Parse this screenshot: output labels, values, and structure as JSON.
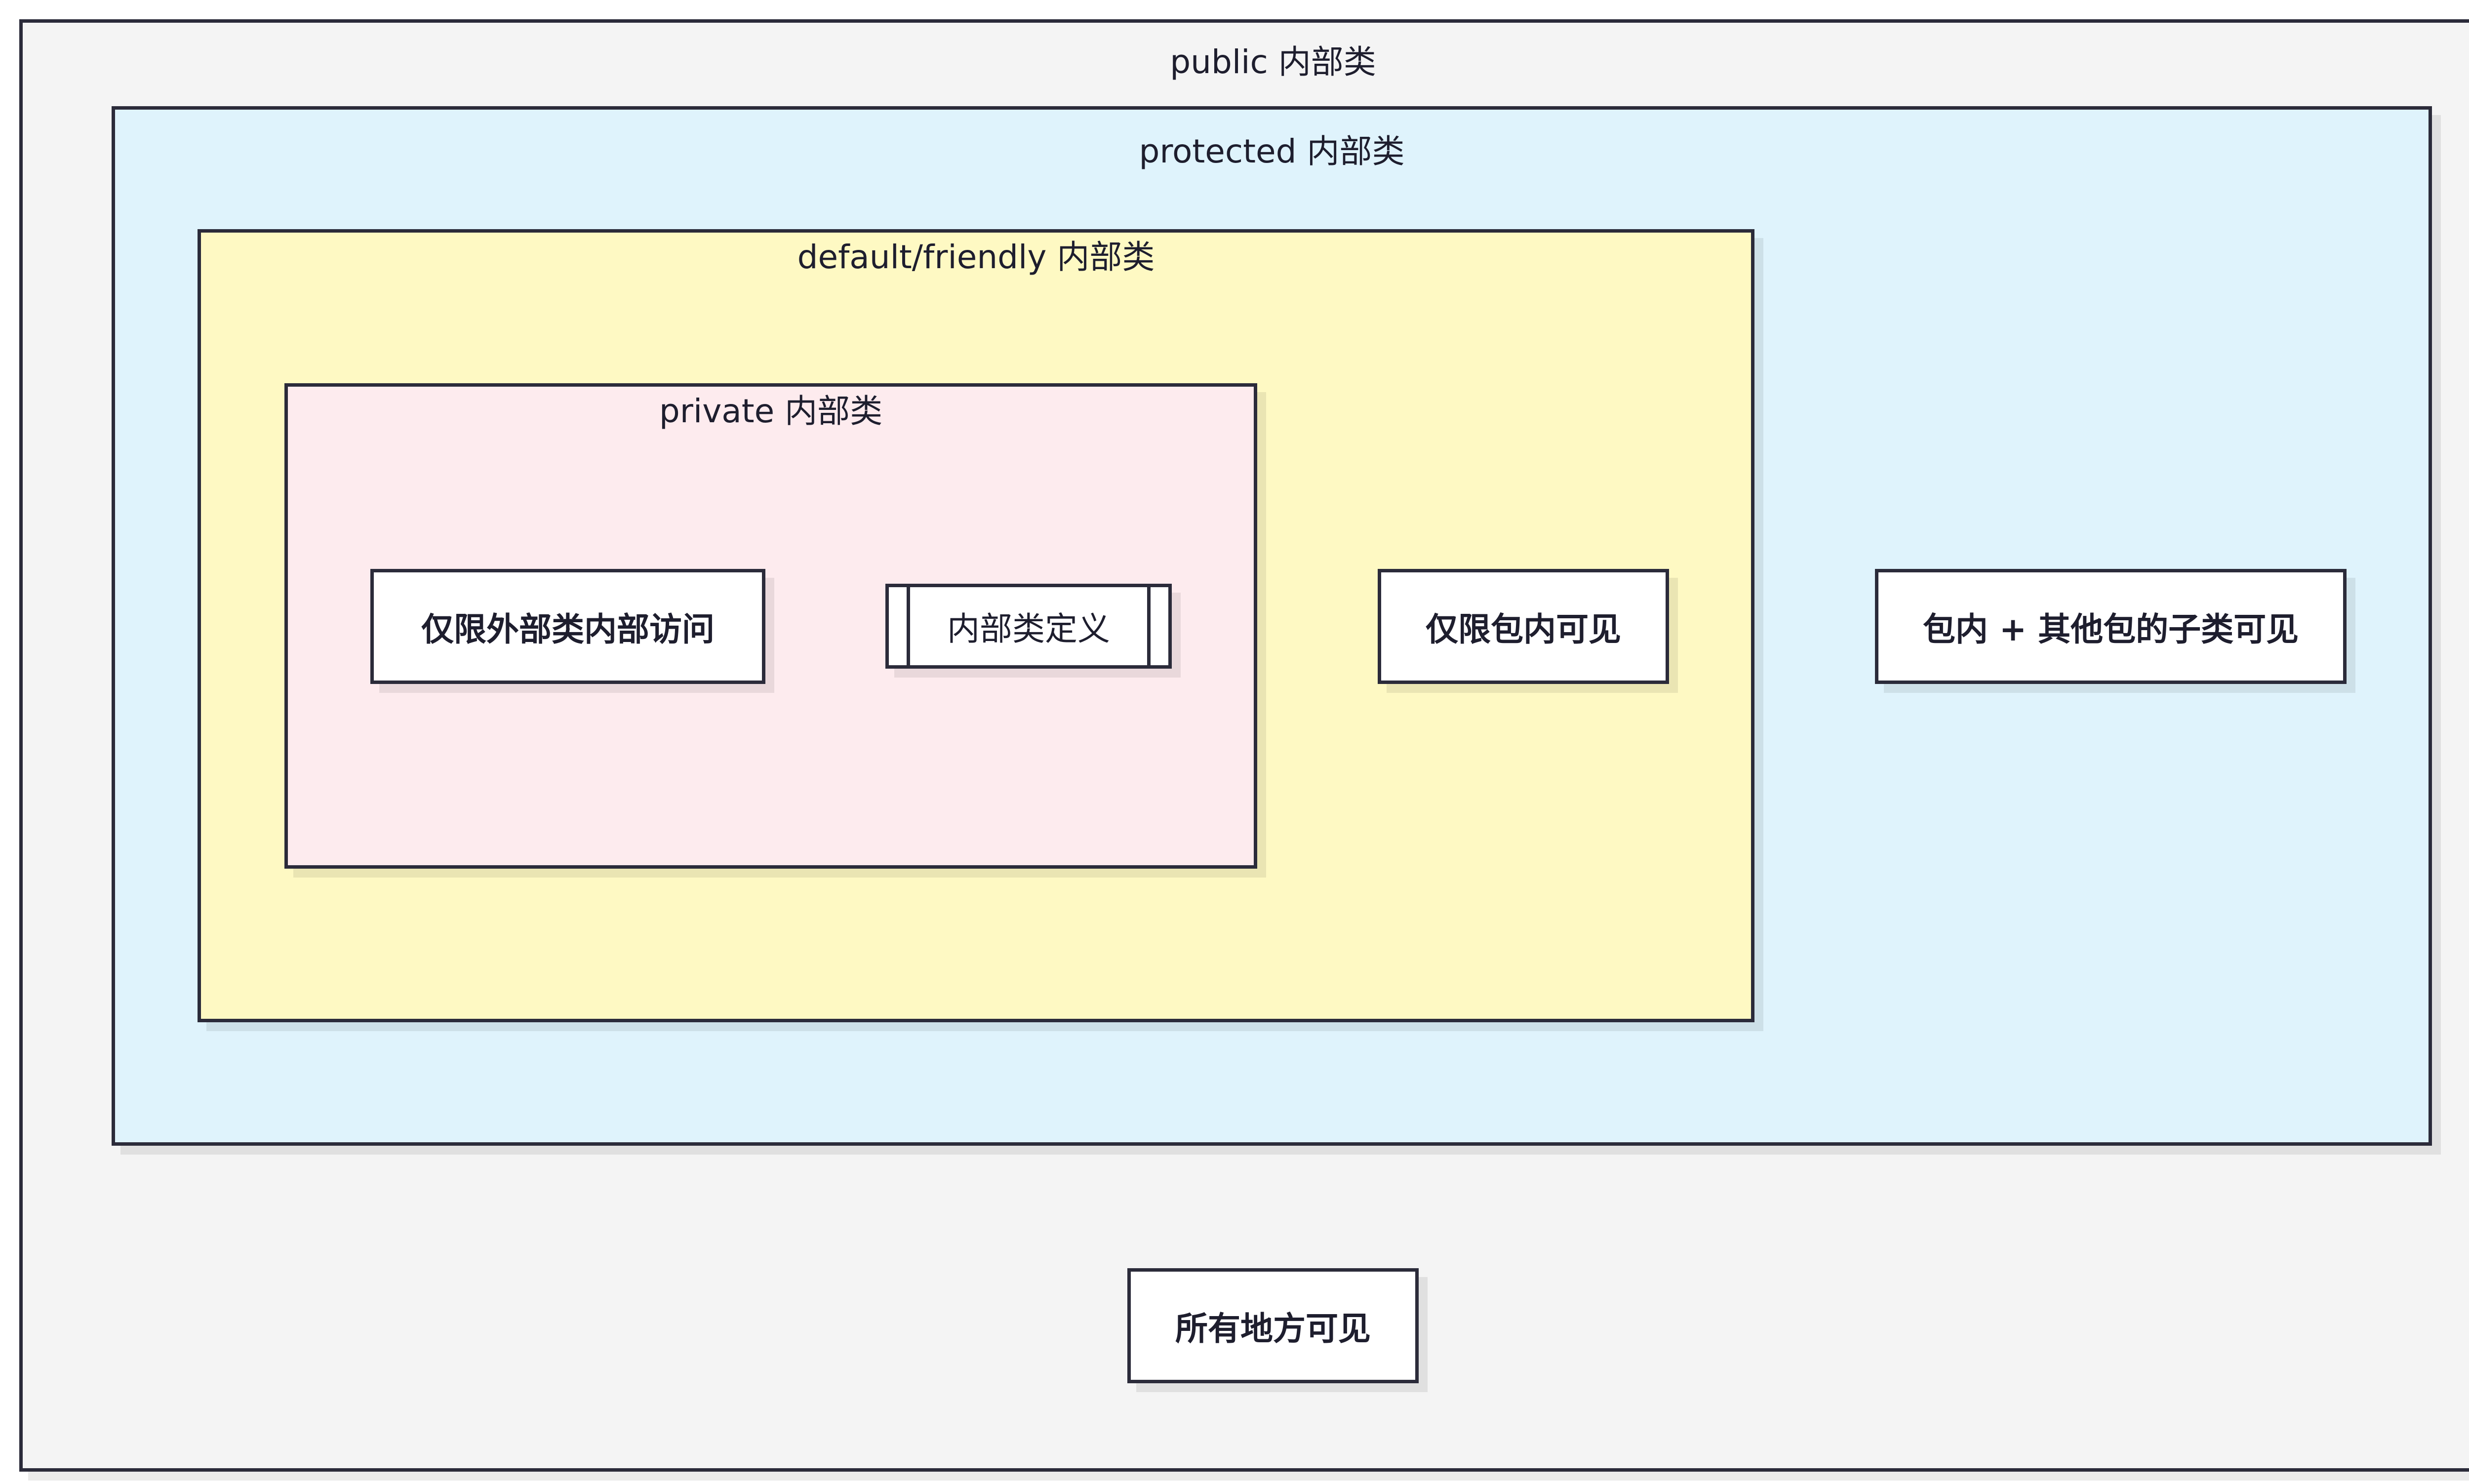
{
  "zones": {
    "public": {
      "label": "public 内部类",
      "fill": "#f4f4f4"
    },
    "protected": {
      "label": "protected 内部类",
      "fill": "#dff3fc"
    },
    "default": {
      "label": "default/friendly 内部类",
      "fill": "#fef9c3"
    },
    "private": {
      "label": "private 内部类",
      "fill": "#fdebee"
    }
  },
  "nodes": {
    "private_note": "仅限外部类内部访问",
    "inner_class_def": "内部类定义",
    "default_note": "仅限包内可见",
    "protected_note": "包内 + 其他包的子类可见",
    "public_note": "所有地方可见"
  },
  "colors": {
    "border": "#2b2b3a",
    "node_fill": "#ffffff"
  }
}
